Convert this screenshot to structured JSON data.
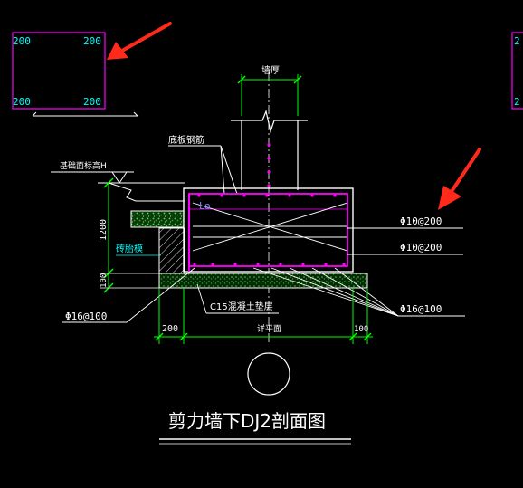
{
  "detail_box_left": {
    "tl": "200",
    "tr": "200",
    "bl": "200",
    "br": "200"
  },
  "detail_box_right": {
    "r1": "2",
    "r2": "2"
  },
  "labels": {
    "wall_thickness": "墙厚",
    "bottom_rebar": "底板钢筋",
    "foundation_top_elev": "基础面标高H",
    "lo": "Lo",
    "height_1200": "1200",
    "brick_mold": "砖胎模",
    "height_100": "100",
    "rebar_top": "Φ10@200",
    "rebar_mid": "Φ10@200",
    "rebar_bottom_right": "Φ16@100",
    "rebar_bottom_left": "Φ16@100",
    "cushion": "C15混凝土垫层",
    "dim_left": "200",
    "dim_plan": "详平面",
    "dim_right": "100",
    "title": "剪力墙下DJ2剖面图"
  },
  "colors": {
    "background": "#000000",
    "concrete_outline": "#ff00ff",
    "rebar": "#ff00ff",
    "dim_line": "#00ff00",
    "text_white": "#ffffff",
    "text_cyan": "#00ffff",
    "arrow": "#ff2a1a",
    "hatch": "#33cc33"
  }
}
